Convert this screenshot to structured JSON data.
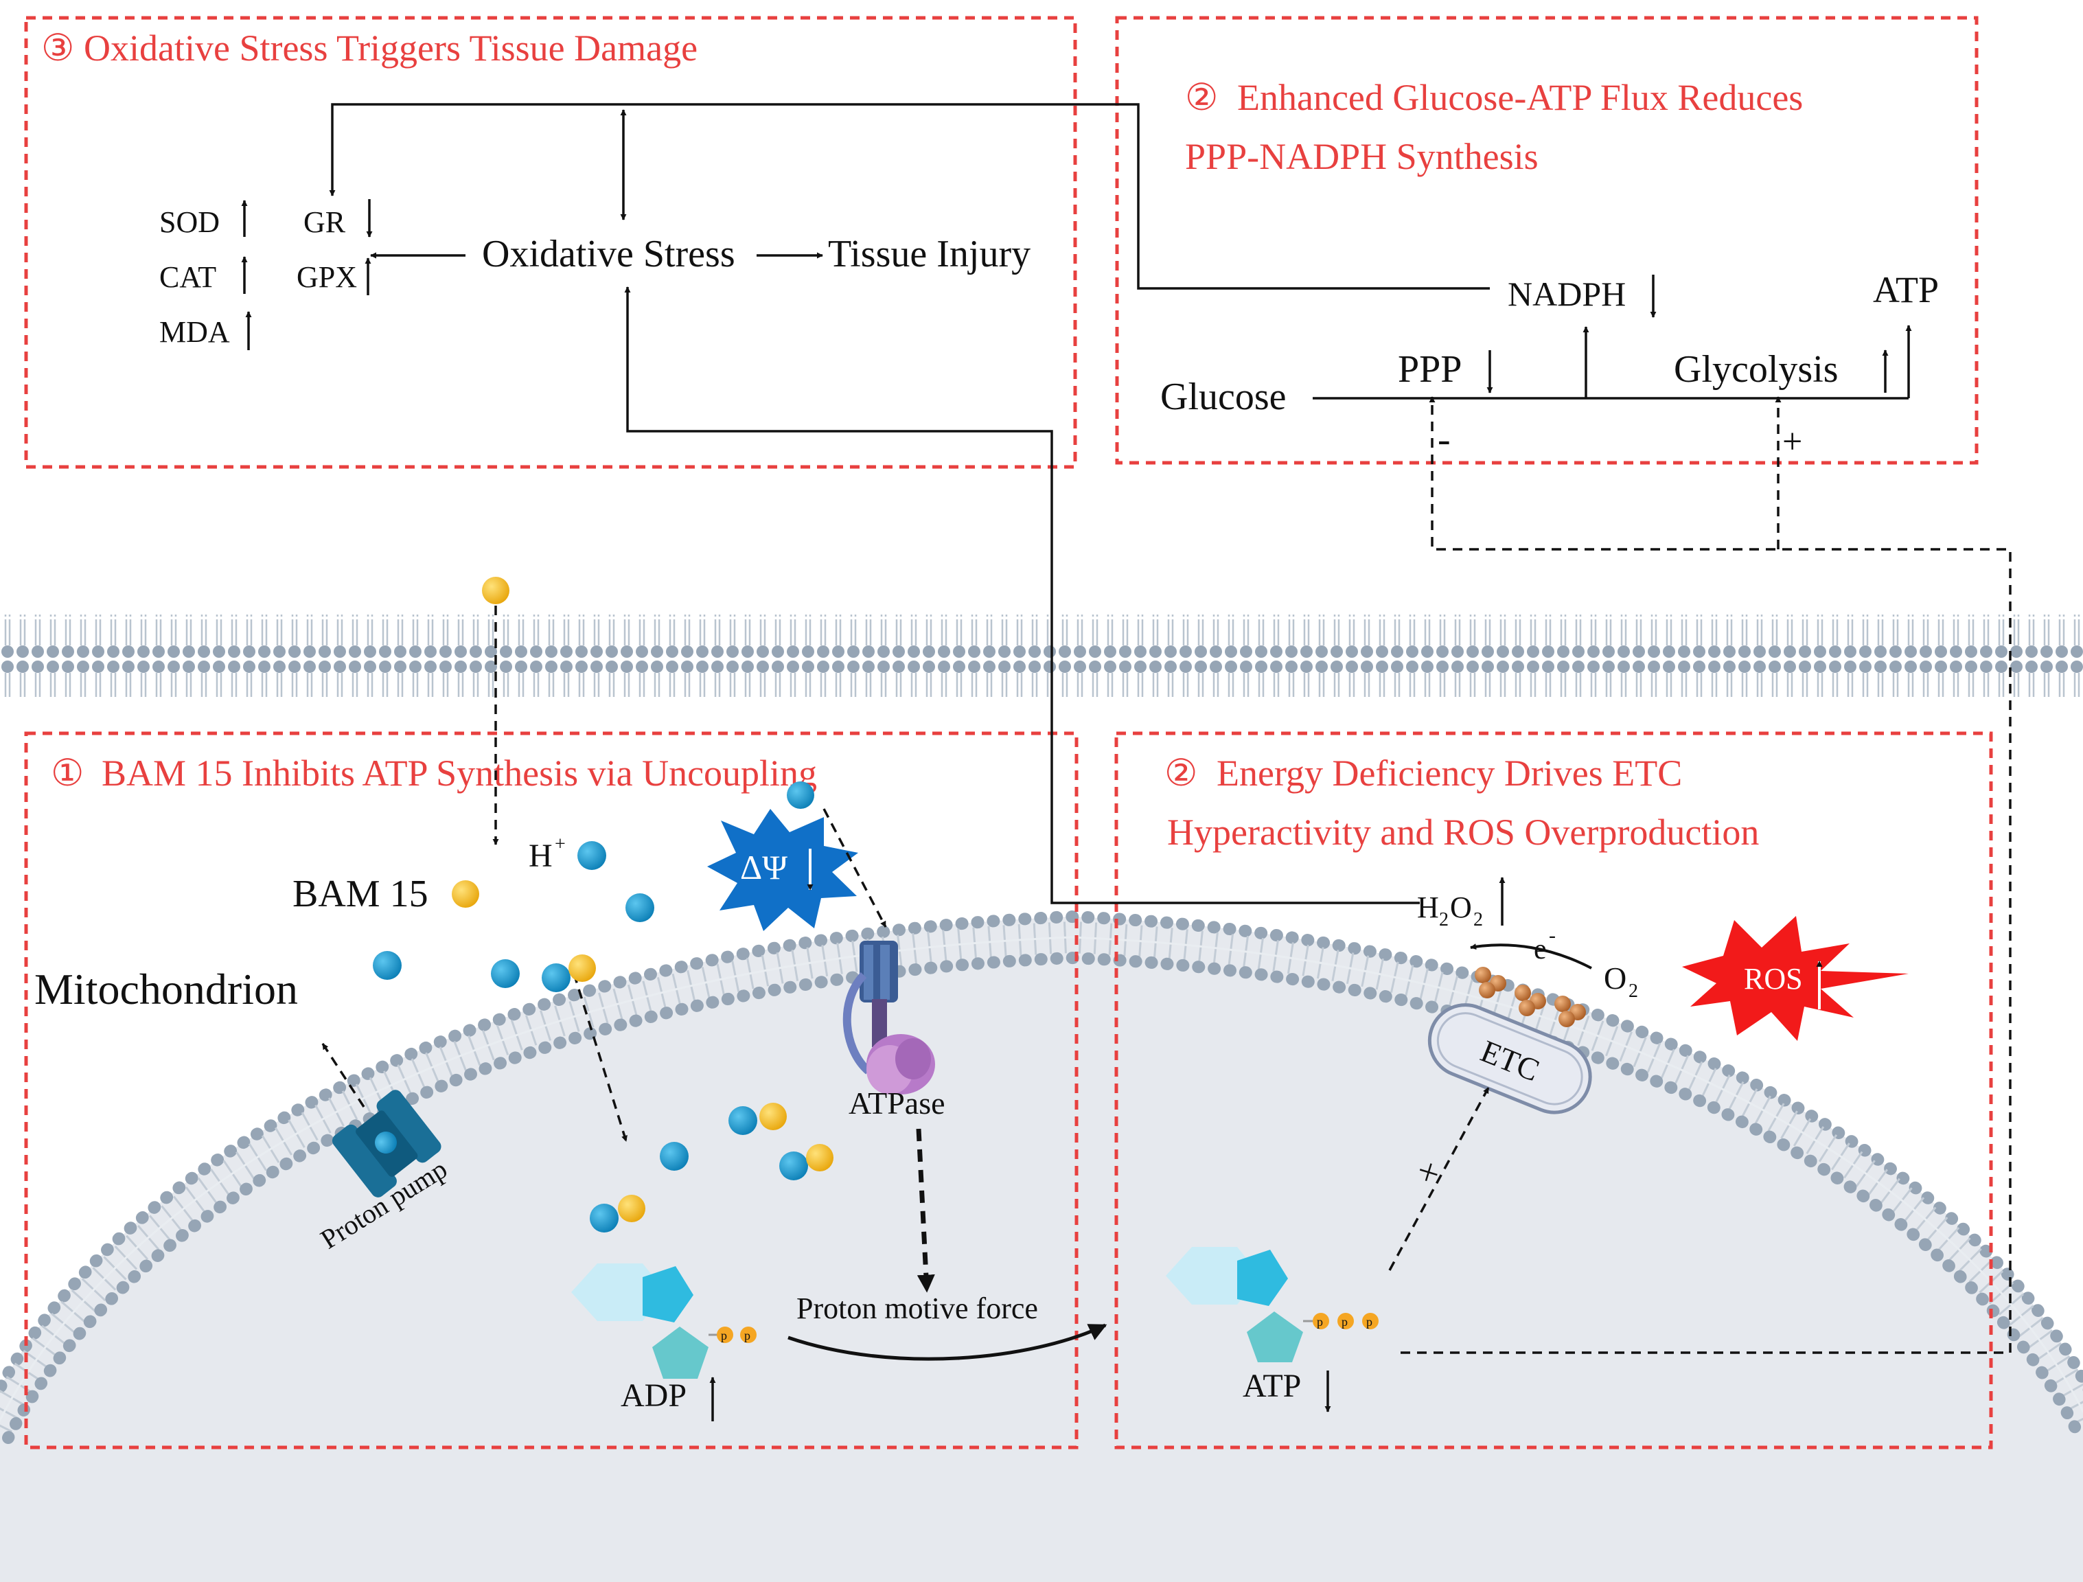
{
  "panels": {
    "oxidative": {
      "number": "③",
      "title": "Oxidative Stress Triggers Tissue Damage",
      "sod": "SOD",
      "cat": "CAT",
      "mda": "MDA",
      "gr": "GR",
      "gpx": "GPX",
      "oxidative_stress": "Oxidative Stress",
      "tissue_injury": "Tissue Injury"
    },
    "glucose": {
      "number": "②",
      "title_line1": "Enhanced Glucose-ATP Flux Reduces",
      "title_line2": "PPP-NADPH Synthesis",
      "glucose": "Glucose",
      "ppp": "PPP",
      "nadph": "NADPH",
      "glycolysis": "Glycolysis",
      "atp": "ATP",
      "minus": "-",
      "plus": "+"
    },
    "bam15": {
      "number": "①",
      "title": "BAM 15 Inhibits ATP Synthesis via Uncoupling",
      "bam15": "BAM 15",
      "h_plus": "H",
      "h_sup": "+",
      "mitochondrion": "Mitochondrion",
      "delta_psi": "ΔΨ",
      "atpase": "ATPase",
      "proton_pump": "Proton pump",
      "proton_motive_force": "Proton motive force",
      "adp": "ADP",
      "p": "p"
    },
    "etc": {
      "number": "②",
      "title_line1": "Energy Deficiency Drives ETC",
      "title_line2": "Hyperactivity and ROS Overproduction",
      "h2o2_h": "H",
      "h2o2_sub1": "2",
      "h2o2_o": "O",
      "h2o2_sub2": "2",
      "electron": "e",
      "electron_sup": "-",
      "o2_o": "O",
      "o2_sub": "2",
      "ros": "ROS",
      "etc": "ETC",
      "atp": "ATP",
      "inhibit_mark": "×",
      "p": "p"
    }
  },
  "colors": {
    "accent_red": "#e8403f",
    "proton_blue": "#1591c9",
    "bam15_yellow": "#f2b817",
    "membrane_grey": "#96a5b5",
    "matrix_grey": "#e6e9ee",
    "dpsi_blue": "#1070c8",
    "ros_red": "#f21a1a"
  },
  "icons": {
    "arrow_up": "up-arrow-icon",
    "arrow_down": "down-arrow-icon"
  }
}
